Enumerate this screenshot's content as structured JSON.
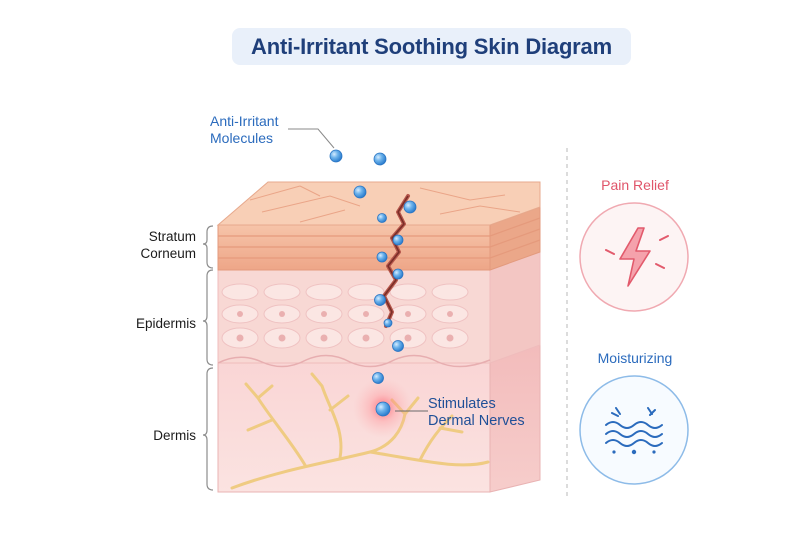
{
  "title": "Anti-Irritant Soothing Skin Diagram",
  "molecule_label": {
    "line1": "Anti-Irritant",
    "line2": "Molecules"
  },
  "layers": {
    "stratum_corneum": {
      "line1": "Stratum",
      "line2": "Corneum"
    },
    "epidermis": "Epidermis",
    "dermis": "Dermis"
  },
  "nerve_label": {
    "line1": "Stimulates",
    "line2": "Dermal Nerves"
  },
  "benefits": [
    {
      "title": "Pain Relief",
      "icon": "lightning-bolt-icon",
      "color": "#e0556a"
    },
    {
      "title": "Moisturizing",
      "icon": "water-waves-icon",
      "color": "#2b6bbd"
    }
  ],
  "colors": {
    "title_text": "#1f3f7a",
    "title_bg": "#e9f0fa",
    "molecule": "#4a9be0",
    "stratum": "#f2b79a",
    "epidermis": "#f8d6d2",
    "dermis": "#fadcdc",
    "nerve": "#f2d08a"
  }
}
